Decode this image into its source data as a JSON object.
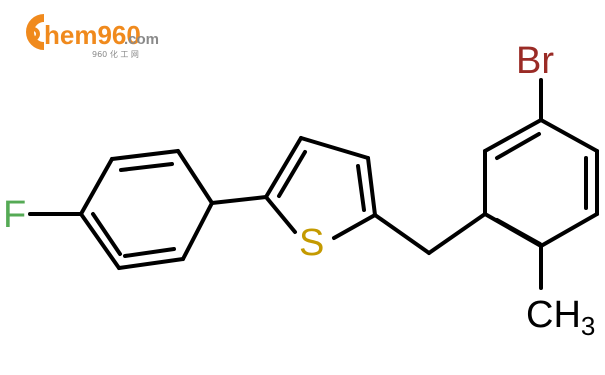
{
  "logo": {
    "brand_main": "hem960",
    "brand_suffix": ".com",
    "tagline": "960 化 工 网",
    "colors": {
      "orange": "#f08a1d",
      "gray": "#8a8a8a"
    }
  },
  "molecule": {
    "atoms": {
      "fluorine": "F",
      "sulfur": "S",
      "bromine": "Br",
      "methyl_main": "CH",
      "methyl_subscript": "3"
    },
    "colors": {
      "fluorine": "#55aa55",
      "sulfur": "#c49a00",
      "bromine": "#9a2b26",
      "carbon": "#000000",
      "bond": "#000000"
    }
  }
}
